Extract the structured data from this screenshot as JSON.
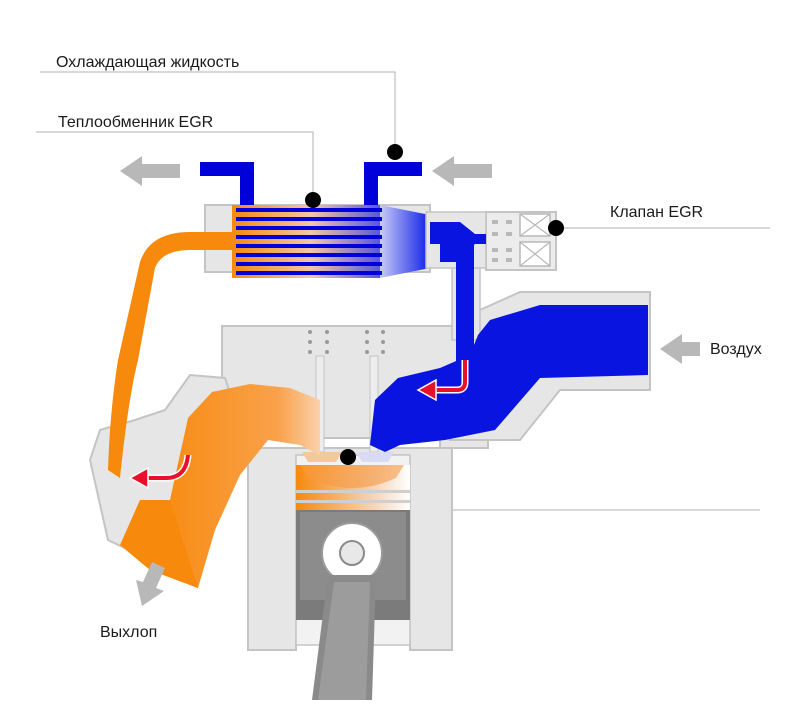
{
  "labels": {
    "coolant": "Охлаждающая жидкость",
    "egr_cooler": "Теплообменник EGR",
    "egr_valve": "Клапан EGR",
    "air": "Воздух",
    "exhaust": "Выхлоп"
  },
  "colors": {
    "coolant_blue": "#0000d8",
    "intake_blue": "#0a14e0",
    "exhaust_orange": "#f7890c",
    "engine_gray": "#e6e6e6",
    "engine_outline": "#c4c4c4",
    "arrow_gray": "#b8b8b8",
    "flow_arrow_red": "#e8102a",
    "callout_dot": "#000000",
    "leader_line": "#b0b0b0"
  }
}
